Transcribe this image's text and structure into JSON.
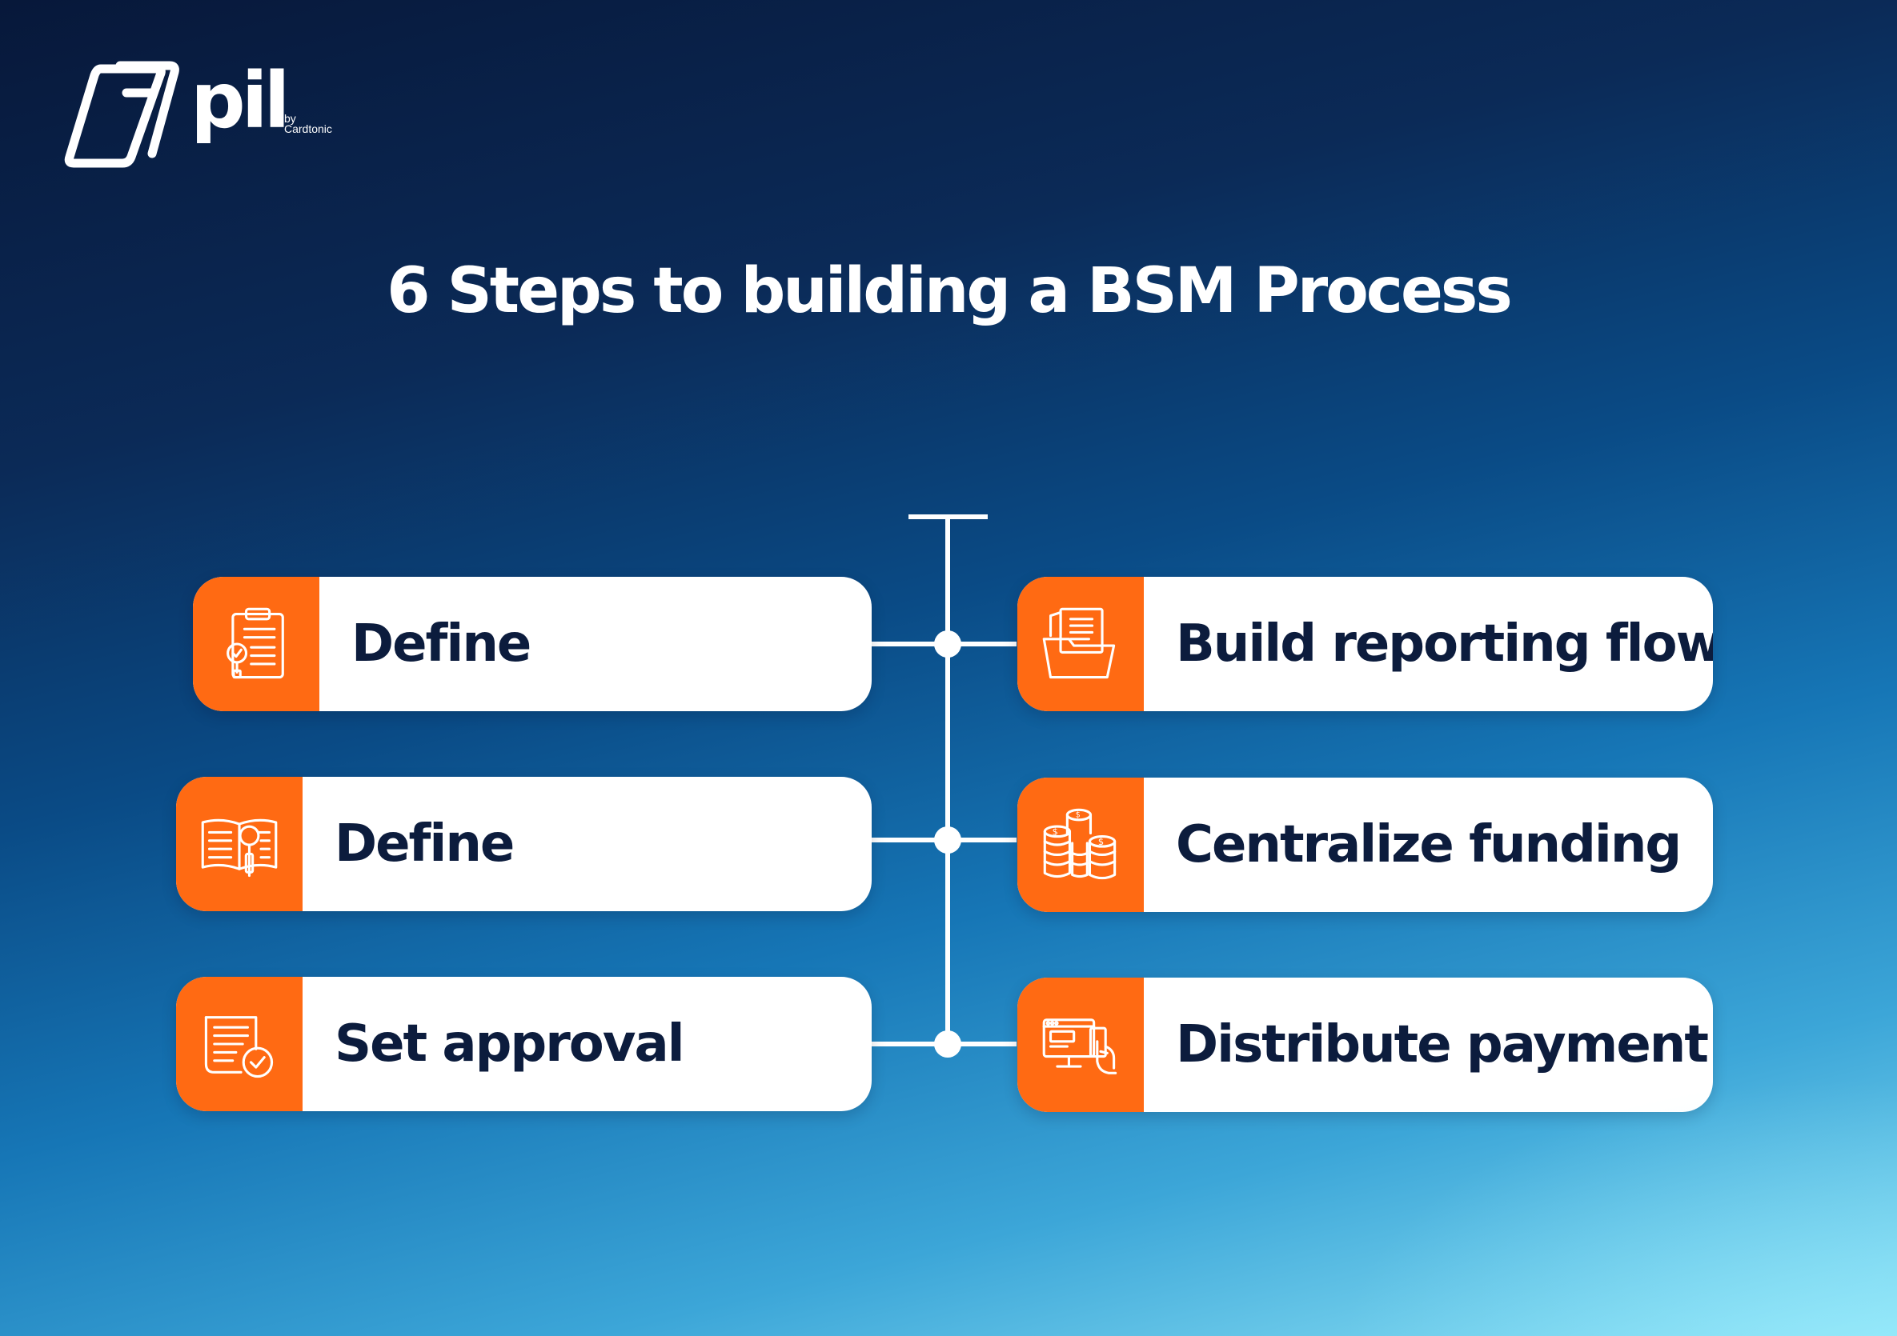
{
  "brand": {
    "name": "pil",
    "byline": "by",
    "company": "Cardtonic"
  },
  "title": "6 Steps to building a BSM Process",
  "steps_left": [
    {
      "label": "Define",
      "icon": "clipboard-checklist-icon"
    },
    {
      "label": "Define",
      "icon": "book-magnifier-icon"
    },
    {
      "label": "Set approval",
      "icon": "document-approved-icon"
    }
  ],
  "steps_right": [
    {
      "label": "Build reporting flow",
      "icon": "folder-documents-icon"
    },
    {
      "label": "Centralize funding",
      "icon": "coin-stacks-icon"
    },
    {
      "label": "Distribute payment",
      "icon": "monitor-payment-icon"
    }
  ],
  "colors": {
    "accent": "#ff6a13",
    "card": "#ffffff",
    "text_dark": "#0c1c3d",
    "text_light": "#ffffff",
    "background_top": "#07183a",
    "background_bottom": "#8de3f6"
  }
}
